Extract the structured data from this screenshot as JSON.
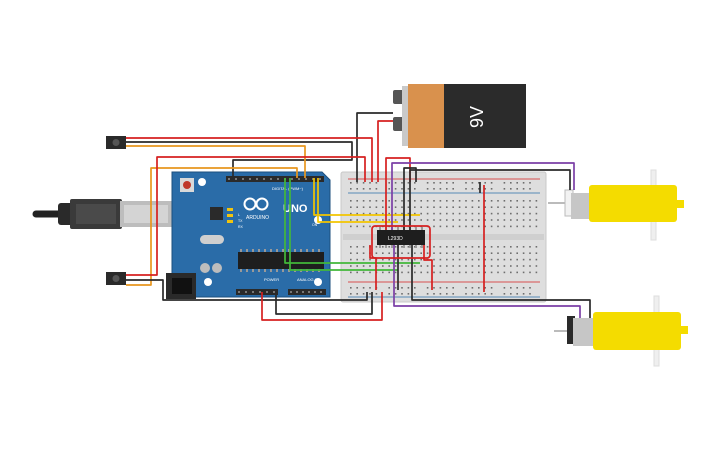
{
  "battery": {
    "label": "9V"
  },
  "arduino": {
    "brand": "ARDUINO",
    "model": "UNO",
    "digital_header_label": "DIGITAL (PWM~)",
    "power_label": "POWER",
    "analog_label": "ANALOG IN",
    "on_label": "ON",
    "tx_label": "TX",
    "rx_label": "RX",
    "l_label": "L",
    "aref_label": "AREF",
    "gnd_label": "GND"
  },
  "driver_chip": {
    "label": "L293D"
  },
  "colors": {
    "board": "#2a6ca8",
    "breadboard": "#dcdcdc",
    "motor_body": "#f4dc00",
    "battery_body": "#2b2b2b",
    "battery_cap": "#d9914d",
    "wire_red": "#d62020",
    "wire_black": "#2a2a2a",
    "wire_orange": "#e8961e",
    "wire_yellow": "#f2c500",
    "wire_green": "#42b83a",
    "wire_purple": "#7b3fa6"
  }
}
